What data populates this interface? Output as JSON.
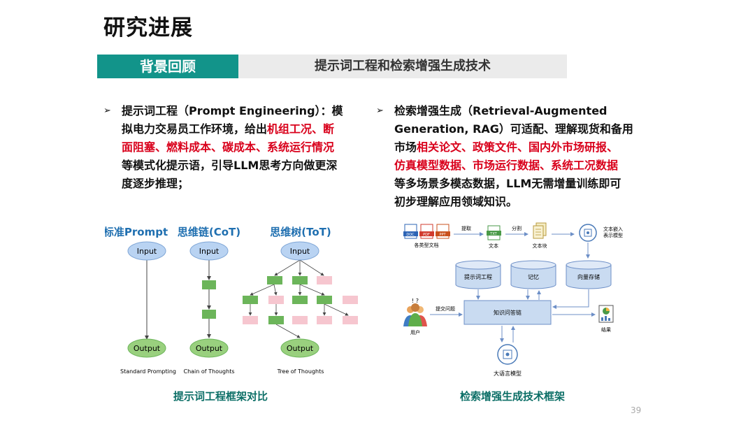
{
  "title": "研究进展",
  "banner": {
    "left": "背景回顾",
    "right": "提示词工程和检索增强生成技术"
  },
  "bullet_left": {
    "lines": [
      [
        {
          "t": "提示词工程（Prompt Engineering）：模",
          "red": false
        }
      ],
      [
        {
          "t": "拟电力交易员工作环境，给出",
          "red": false
        },
        {
          "t": "机组工况、断",
          "red": true
        }
      ],
      [
        {
          "t": "面阻塞、燃料成本、碳成本、系统运行情况",
          "red": true
        }
      ],
      [
        {
          "t": "等模式化提示语，引导LLM思考方向做更深",
          "red": false
        }
      ],
      [
        {
          "t": "度逐步推理；",
          "red": false
        }
      ]
    ]
  },
  "bullet_right": {
    "lines": [
      [
        {
          "t": "检索增强生成（Retrieval-Augmented",
          "red": false
        }
      ],
      [
        {
          "t": "Generation, RAG）可适配、理解现货和备用",
          "red": false
        }
      ],
      [
        {
          "t": "市场",
          "red": false
        },
        {
          "t": "相关论文、政策文件、国内外市场研报、",
          "red": true
        }
      ],
      [
        {
          "t": "仿真模型数据、市场运行数据、系统工况数据",
          "red": true
        }
      ],
      [
        {
          "t": "等多场景多模态数据，LLM无需增量训练即可",
          "red": false
        }
      ],
      [
        {
          "t": "初步理解应用领域知识。",
          "red": false
        }
      ]
    ]
  },
  "prompt_diagram": {
    "headers": [
      "标准Prompt",
      "思维链(CoT)",
      "思维树(ToT)"
    ],
    "input_label": "Input",
    "output_label": "Output",
    "sublabels": [
      "Standard Prompting",
      "Chain of Thoughts",
      "Tree of Thoughts"
    ]
  },
  "rag_diagram": {
    "doc_icons": [
      "DOC",
      "PDF",
      "PPT"
    ],
    "txt_icon": "TXT",
    "labels": {
      "docs": "各类型文档",
      "extract": "提取",
      "text": "文本",
      "split": "分割",
      "chunk": "文本块",
      "embed1": "文本嵌入",
      "embed2": "表示模型",
      "prompt_eng": "提示词工程",
      "memory": "记忆",
      "vector_store": "向量存储",
      "chain": "知识问答链",
      "ask": "提交问题",
      "user": "用户",
      "result": "结果",
      "llm": "大语言模型"
    }
  },
  "captions": {
    "left": "提示词工程框架对比",
    "right": "检索增强生成技术框架"
  },
  "page_number": "39",
  "colors": {
    "accent": "#12948a",
    "red": "#d9001b",
    "caption": "#0b6e66",
    "node_blue": "#b9d3f2",
    "node_green": "#99d07e",
    "box_green": "#6cb55a",
    "box_pink": "#f6c6cf"
  }
}
